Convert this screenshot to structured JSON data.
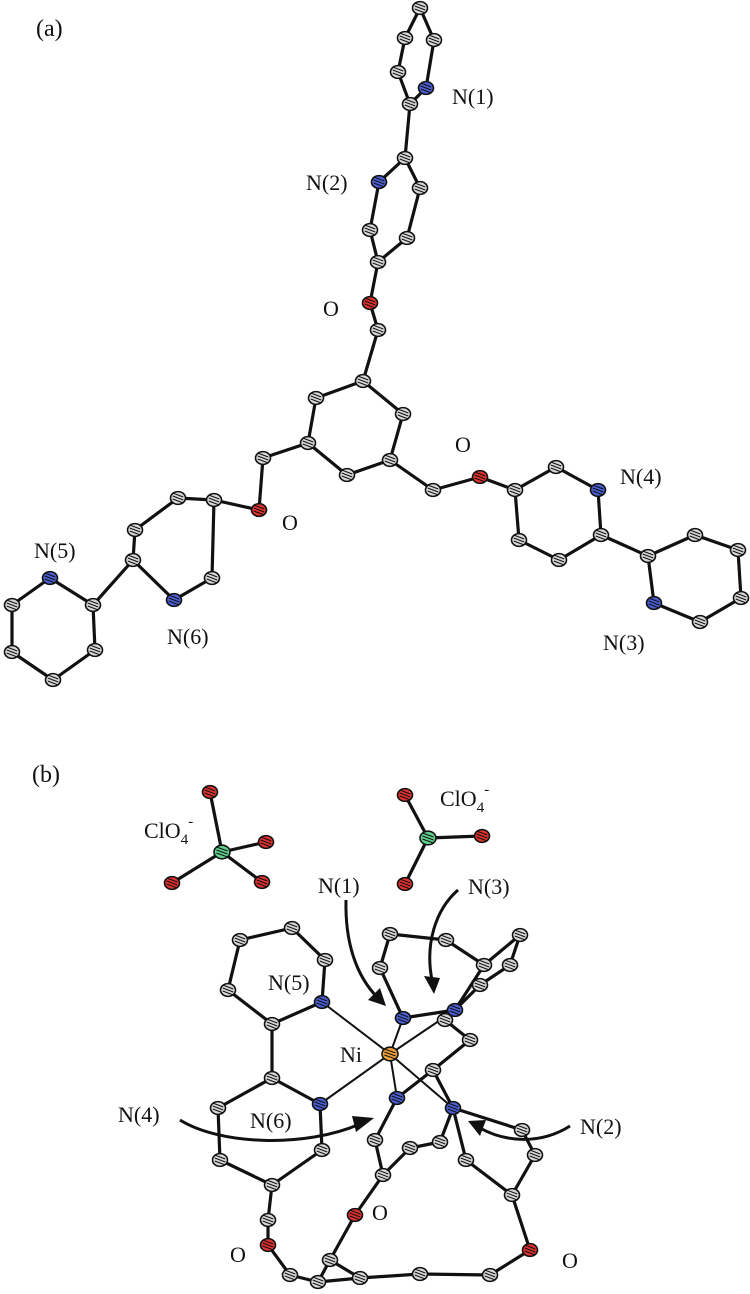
{
  "panels": {
    "a": {
      "label": "(a)"
    },
    "b": {
      "label": "(b)"
    }
  },
  "structure_a": {
    "nitrogen_labels": [
      "N(1)",
      "N(2)",
      "N(3)",
      "N(4)",
      "N(5)",
      "N(6)"
    ],
    "oxygen_label": "O"
  },
  "structure_b": {
    "perchlorate": "ClO",
    "perchlorate_sub": "4",
    "perchlorate_sup": "-",
    "metal_label": "Ni",
    "nitrogen_labels": [
      "N(1)",
      "N(2)",
      "N(3)",
      "N(4)",
      "N(5)",
      "N(6)"
    ],
    "oxygen_label": "O"
  },
  "atom_colors": {
    "carbon": "#d8d8d8",
    "nitrogen": "#4b5fd6",
    "oxygen": "#e2322f",
    "chlorine": "#5fcf8c",
    "nickel": "#f2a23a"
  }
}
